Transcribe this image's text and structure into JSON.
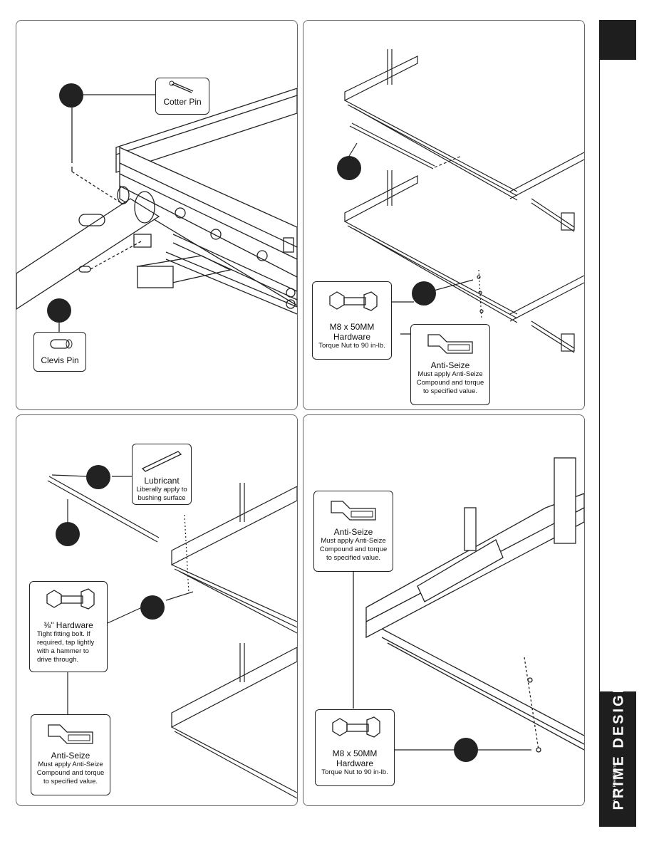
{
  "panels": {
    "top_left": {
      "cotter_pin": {
        "title": "Cotter Pin"
      },
      "clevis_pin": {
        "title": "Clevis Pin"
      }
    },
    "top_right": {
      "m8_hardware": {
        "title_line1": "M8 x 50MM",
        "title_line2": "Hardware",
        "note": "Torque Nut to 90 in-lb."
      },
      "anti_seize": {
        "title": "Anti-Seize",
        "note_line1": "Must apply Anti-Seize",
        "note_line2": "Compound and torque",
        "note_line3": "to specified value."
      }
    },
    "bottom_left": {
      "lubricant": {
        "title": "Lubricant",
        "note_line1": "Liberally apply to",
        "note_line2": "bushing surface"
      },
      "hardware_38": {
        "title": "⅜\" Hardware",
        "note_line1": "Tight fitting bolt.  If",
        "note_line2": "required, tap lightly",
        "note_line3": "with a hammer to",
        "note_line4": "drive through."
      },
      "anti_seize": {
        "title": "Anti-Seize",
        "note_line1": "Must apply Anti-Seize",
        "note_line2": "Compound and torque",
        "note_line3": "to specified value."
      }
    },
    "bottom_right": {
      "anti_seize": {
        "title": "Anti-Seize",
        "note_line1": "Must apply Anti-Seize",
        "note_line2": "Compound and torque",
        "note_line3": "to specified value."
      },
      "m8_hardware": {
        "title_line1": "M8 x 50MM",
        "title_line2": "Hardware",
        "note": "Torque Nut to 90 in-lb."
      }
    }
  },
  "brand": {
    "name": "PRIME DESIGN",
    "tagline": "A Safe Fleet Brand"
  },
  "colors": {
    "ink": "#222222",
    "side_bar": "#1e1e1e",
    "panel_border": "#666666"
  }
}
